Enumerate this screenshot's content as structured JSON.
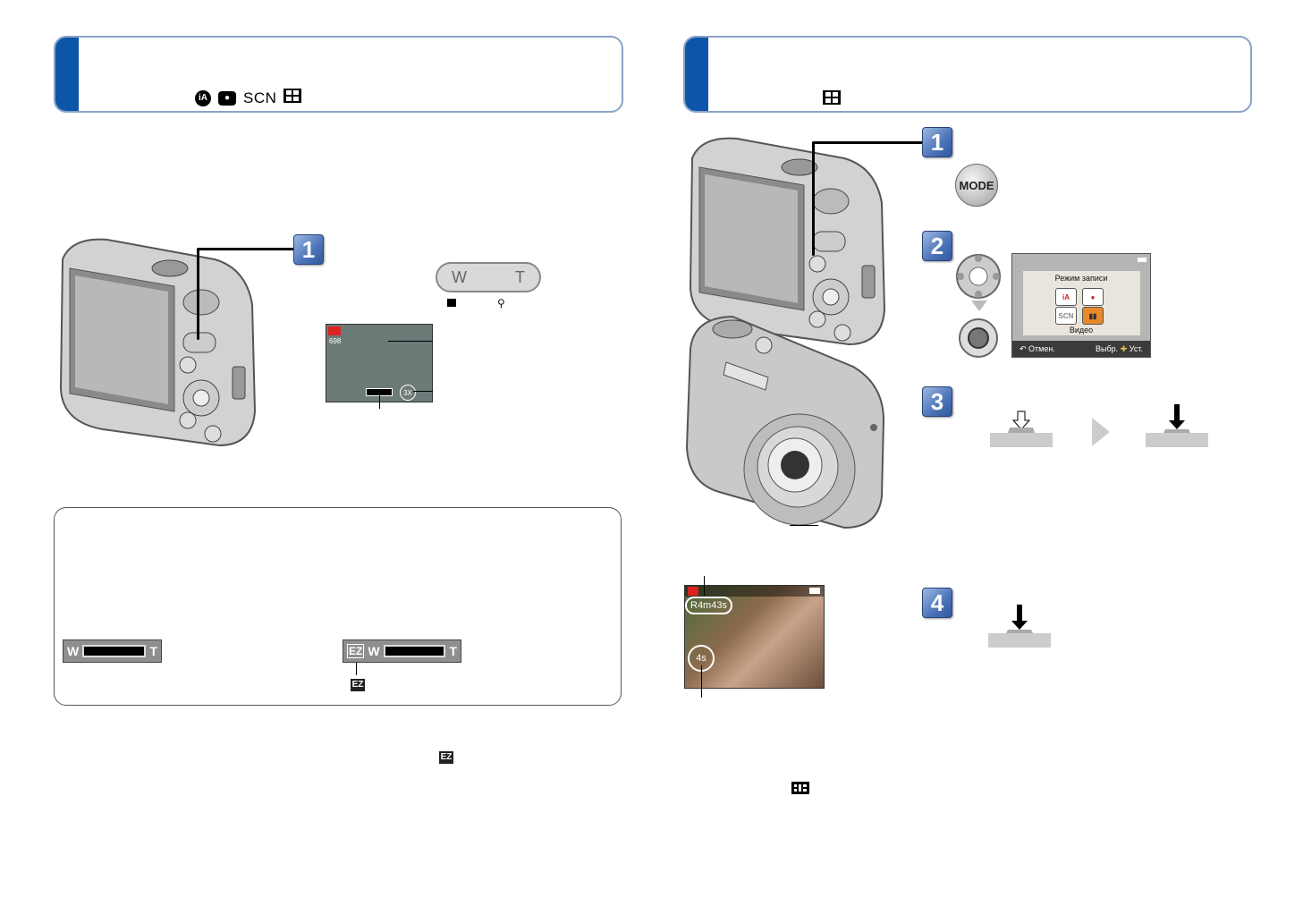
{
  "left": {
    "header": {
      "mode_icons": [
        "iA-icon",
        "camera-icon",
        "SCN",
        "film-icon"
      ],
      "scn_label": "SCN"
    },
    "step1": {
      "number": "1"
    },
    "zoom_lever": {
      "w_label": "W",
      "t_label": "T"
    },
    "lcd": {
      "count": "698",
      "zoom_value": "3X"
    },
    "note": {
      "zoombar_left": {
        "w": "W",
        "t": "T"
      },
      "zoombar_right": {
        "ez": "EZ",
        "w": "W",
        "t": "T"
      },
      "ez_label": "EZ"
    },
    "footer_ez": "EZ"
  },
  "right": {
    "header": {
      "mode_icon": "film-icon"
    },
    "steps": [
      "1",
      "2",
      "3",
      "4"
    ],
    "mode_button": "MODE",
    "menu": {
      "title": "Режим записи",
      "item_label": "Видео",
      "back": "Отмен.",
      "select": "Выбр.",
      "set": "Уст.",
      "icons": [
        "iA",
        "●",
        "SCN",
        "▮▮"
      ]
    },
    "rec_screen": {
      "remaining": "R4m43s",
      "elapsed": "4s"
    },
    "footer_icon": "grid-icon"
  },
  "colors": {
    "accent": "#0d55a8",
    "border": "#8aa3c8",
    "step": "#4b73b8"
  }
}
